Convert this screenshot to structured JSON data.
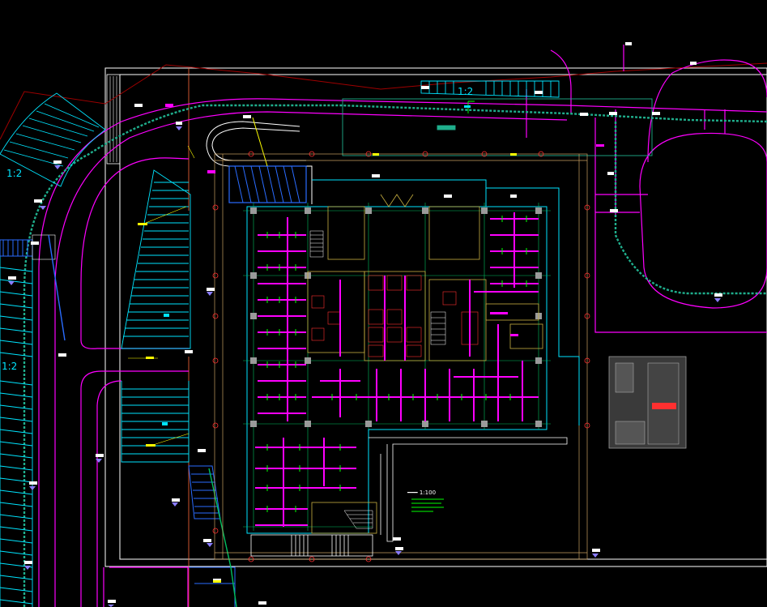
{
  "drawing": {
    "background": "#000000",
    "colors": {
      "frame": "#ffffff",
      "cyan": "#00e5ff",
      "magenta": "#ff00ff",
      "green": "#00c060",
      "teal": "#1fae8c",
      "yellow": "#ffff00",
      "red": "#ff3030",
      "orange": "#ff6a3a",
      "blue": "#2a6cff",
      "grey": "#9a9a9a",
      "darkred": "#a00000",
      "lime": "#00ff00"
    },
    "labels": {
      "slope_top": "1:2",
      "slope_left": "1:2",
      "slope_left_lower": "1:2",
      "legend_title": "━━━ 1:100"
    }
  }
}
